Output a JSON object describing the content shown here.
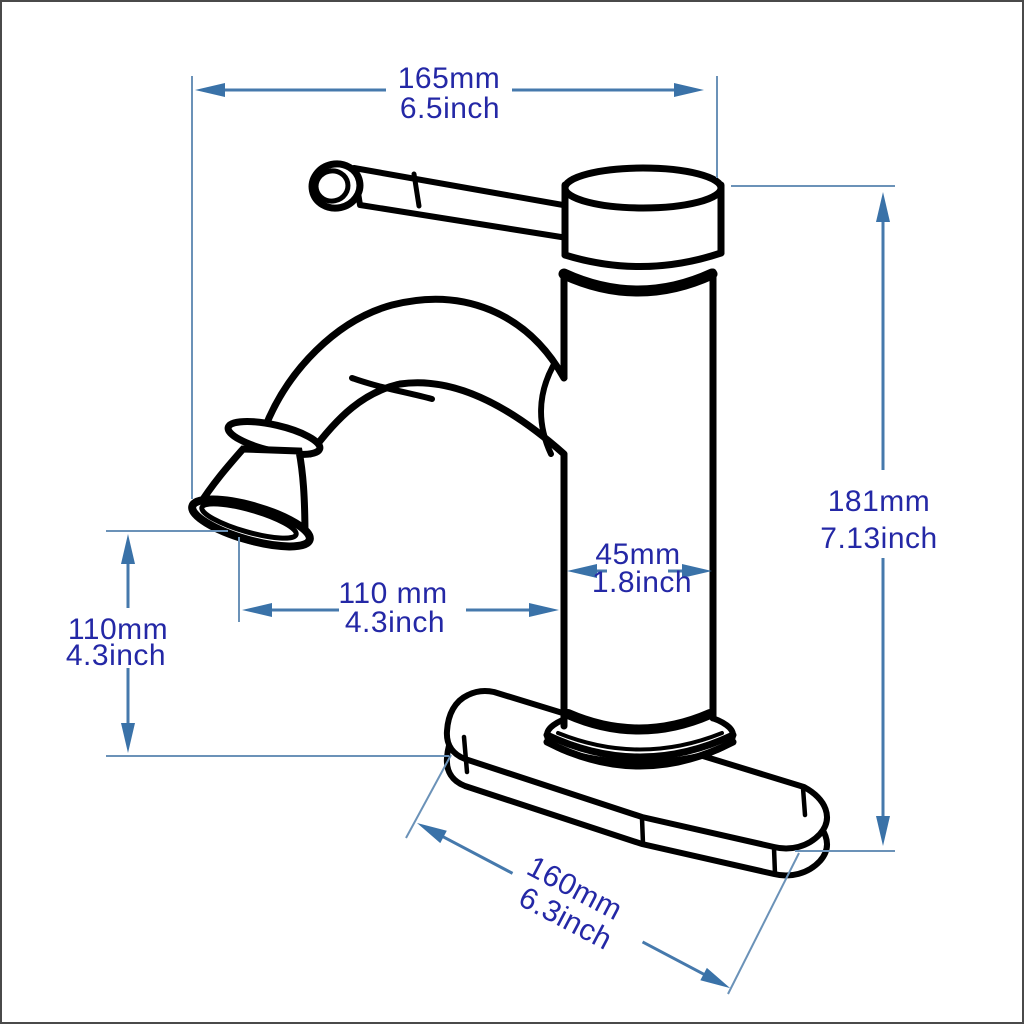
{
  "diagram_type": "faucet dimension drawing",
  "dimensions": {
    "overall_width": {
      "mm": "165mm",
      "inch": "6.5inch"
    },
    "overall_height": {
      "mm": "181mm",
      "inch": "7.13inch"
    },
    "body_diameter": {
      "mm": "45mm",
      "inch": "1.8inch"
    },
    "spout_reach": {
      "mm": "110 mm",
      "inch": "4.3inch"
    },
    "spout_height": {
      "mm": "110mm",
      "inch": "4.3inch"
    },
    "base_plate_length": {
      "mm": "160mm",
      "inch": "6.3inch"
    }
  },
  "colors": {
    "dimension_line": "#4679ac",
    "extension_line": "#6b92b8",
    "arrow": "#3a72a8",
    "dimension_text": "#2428a6",
    "drawing_outline": "#000000",
    "background": "#ffffff",
    "frame": "#4a4a4a"
  }
}
